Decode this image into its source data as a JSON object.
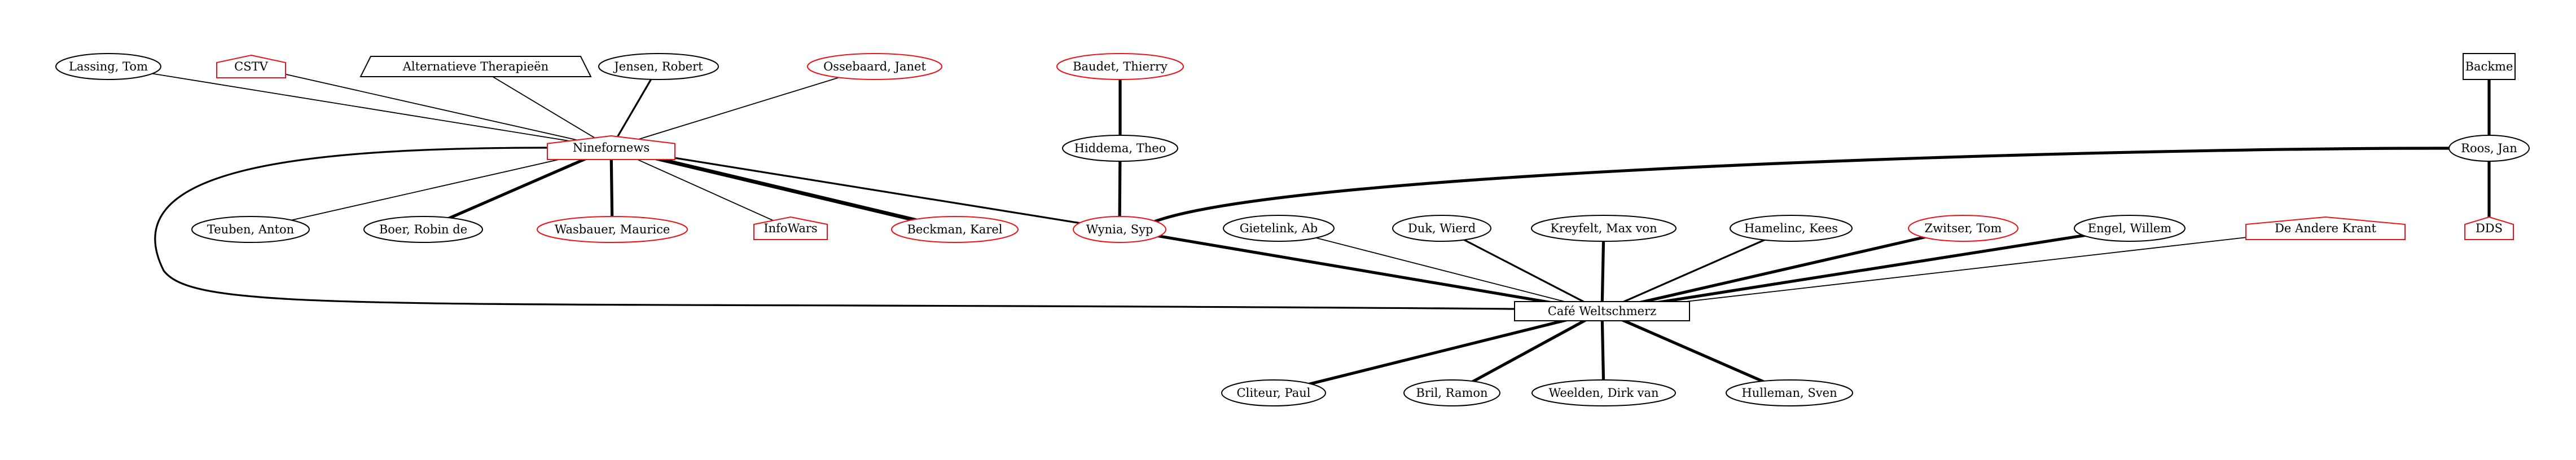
{
  "colors": {
    "default": "#000000",
    "highlight": "#e8141b",
    "background": "#ffffff"
  },
  "nodes": [
    {
      "id": "lassing",
      "label": "Lassing, Tom",
      "shape": "ellipse",
      "color": "default"
    },
    {
      "id": "cstv",
      "label": "CSTV",
      "shape": "house",
      "color": "highlight"
    },
    {
      "id": "alternatieve",
      "label": "Alternatieve Therapieën",
      "shape": "trapezium",
      "color": "default"
    },
    {
      "id": "jensen",
      "label": "Jensen, Robert",
      "shape": "ellipse",
      "color": "default"
    },
    {
      "id": "ossebaard",
      "label": "Ossebaard, Janet",
      "shape": "ellipse",
      "color": "highlight"
    },
    {
      "id": "baudet",
      "label": "Baudet, Thierry",
      "shape": "ellipse",
      "color": "highlight"
    },
    {
      "id": "backme",
      "label": "Backme",
      "shape": "box",
      "color": "default"
    },
    {
      "id": "ninefornews",
      "label": "Ninefornews",
      "shape": "house",
      "color": "highlight"
    },
    {
      "id": "hiddema",
      "label": "Hiddema, Theo",
      "shape": "ellipse",
      "color": "default"
    },
    {
      "id": "roos",
      "label": "Roos, Jan",
      "shape": "ellipse",
      "color": "default"
    },
    {
      "id": "teuben",
      "label": "Teuben, Anton",
      "shape": "ellipse",
      "color": "default"
    },
    {
      "id": "boer",
      "label": "Boer, Robin de",
      "shape": "ellipse",
      "color": "default"
    },
    {
      "id": "wasbauer",
      "label": "Wasbauer, Maurice",
      "shape": "ellipse",
      "color": "highlight"
    },
    {
      "id": "infowars",
      "label": "InfoWars",
      "shape": "house",
      "color": "highlight"
    },
    {
      "id": "beckman",
      "label": "Beckman, Karel",
      "shape": "ellipse",
      "color": "highlight"
    },
    {
      "id": "wynia",
      "label": "Wynia, Syp",
      "shape": "ellipse",
      "color": "highlight"
    },
    {
      "id": "gietelink",
      "label": "Gietelink, Ab",
      "shape": "ellipse",
      "color": "default"
    },
    {
      "id": "duk",
      "label": "Duk, Wierd",
      "shape": "ellipse",
      "color": "default"
    },
    {
      "id": "kreyfelt",
      "label": "Kreyfelt, Max von",
      "shape": "ellipse",
      "color": "default"
    },
    {
      "id": "hamelinc",
      "label": "Hamelinc, Kees",
      "shape": "ellipse",
      "color": "default"
    },
    {
      "id": "zwitser",
      "label": "Zwitser, Tom",
      "shape": "ellipse",
      "color": "highlight"
    },
    {
      "id": "engel",
      "label": "Engel, Willem",
      "shape": "ellipse",
      "color": "default"
    },
    {
      "id": "deandere",
      "label": "De Andere Krant",
      "shape": "house",
      "color": "highlight"
    },
    {
      "id": "dds",
      "label": "DDS",
      "shape": "house",
      "color": "highlight"
    },
    {
      "id": "cafe",
      "label": "Café Weltschmerz",
      "shape": "box",
      "color": "default"
    },
    {
      "id": "cliteur",
      "label": "Cliteur, Paul",
      "shape": "ellipse",
      "color": "default"
    },
    {
      "id": "bril",
      "label": "Bril, Ramon",
      "shape": "ellipse",
      "color": "default"
    },
    {
      "id": "weelden",
      "label": "Weelden, Dirk van",
      "shape": "ellipse",
      "color": "default"
    },
    {
      "id": "hulleman",
      "label": "Hulleman, Sven",
      "shape": "ellipse",
      "color": "default"
    }
  ],
  "edges": [
    {
      "from": "lassing",
      "to": "ninefornews",
      "weight": 1
    },
    {
      "from": "cstv",
      "to": "ninefornews",
      "weight": 1
    },
    {
      "from": "alternatieve",
      "to": "ninefornews",
      "weight": 1
    },
    {
      "from": "jensen",
      "to": "ninefornews",
      "weight": 2
    },
    {
      "from": "ossebaard",
      "to": "ninefornews",
      "weight": 1
    },
    {
      "from": "ninefornews",
      "to": "teuben",
      "weight": 1
    },
    {
      "from": "ninefornews",
      "to": "boer",
      "weight": 3
    },
    {
      "from": "ninefornews",
      "to": "wasbauer",
      "weight": 3
    },
    {
      "from": "ninefornews",
      "to": "infowars",
      "weight": 1
    },
    {
      "from": "ninefornews",
      "to": "beckman",
      "weight": 4
    },
    {
      "from": "ninefornews",
      "to": "wynia",
      "weight": 2
    },
    {
      "from": "ninefornews",
      "to": "cafe",
      "weight": 2
    },
    {
      "from": "baudet",
      "to": "hiddema",
      "weight": 3
    },
    {
      "from": "hiddema",
      "to": "wynia",
      "weight": 3
    },
    {
      "from": "backme",
      "to": "roos",
      "weight": 3
    },
    {
      "from": "roos",
      "to": "wynia",
      "weight": 3
    },
    {
      "from": "roos",
      "to": "dds",
      "weight": 3
    },
    {
      "from": "wynia",
      "to": "cafe",
      "weight": 3
    },
    {
      "from": "gietelink",
      "to": "cafe",
      "weight": 1
    },
    {
      "from": "duk",
      "to": "cafe",
      "weight": 2
    },
    {
      "from": "kreyfelt",
      "to": "cafe",
      "weight": 3
    },
    {
      "from": "hamelinc",
      "to": "cafe",
      "weight": 2
    },
    {
      "from": "zwitser",
      "to": "cafe",
      "weight": 3
    },
    {
      "from": "engel",
      "to": "cafe",
      "weight": 3
    },
    {
      "from": "deandere",
      "to": "cafe",
      "weight": 1
    },
    {
      "from": "cafe",
      "to": "cliteur",
      "weight": 3
    },
    {
      "from": "cafe",
      "to": "bril",
      "weight": 3
    },
    {
      "from": "cafe",
      "to": "weelden",
      "weight": 3
    },
    {
      "from": "cafe",
      "to": "hulleman",
      "weight": 3
    }
  ]
}
